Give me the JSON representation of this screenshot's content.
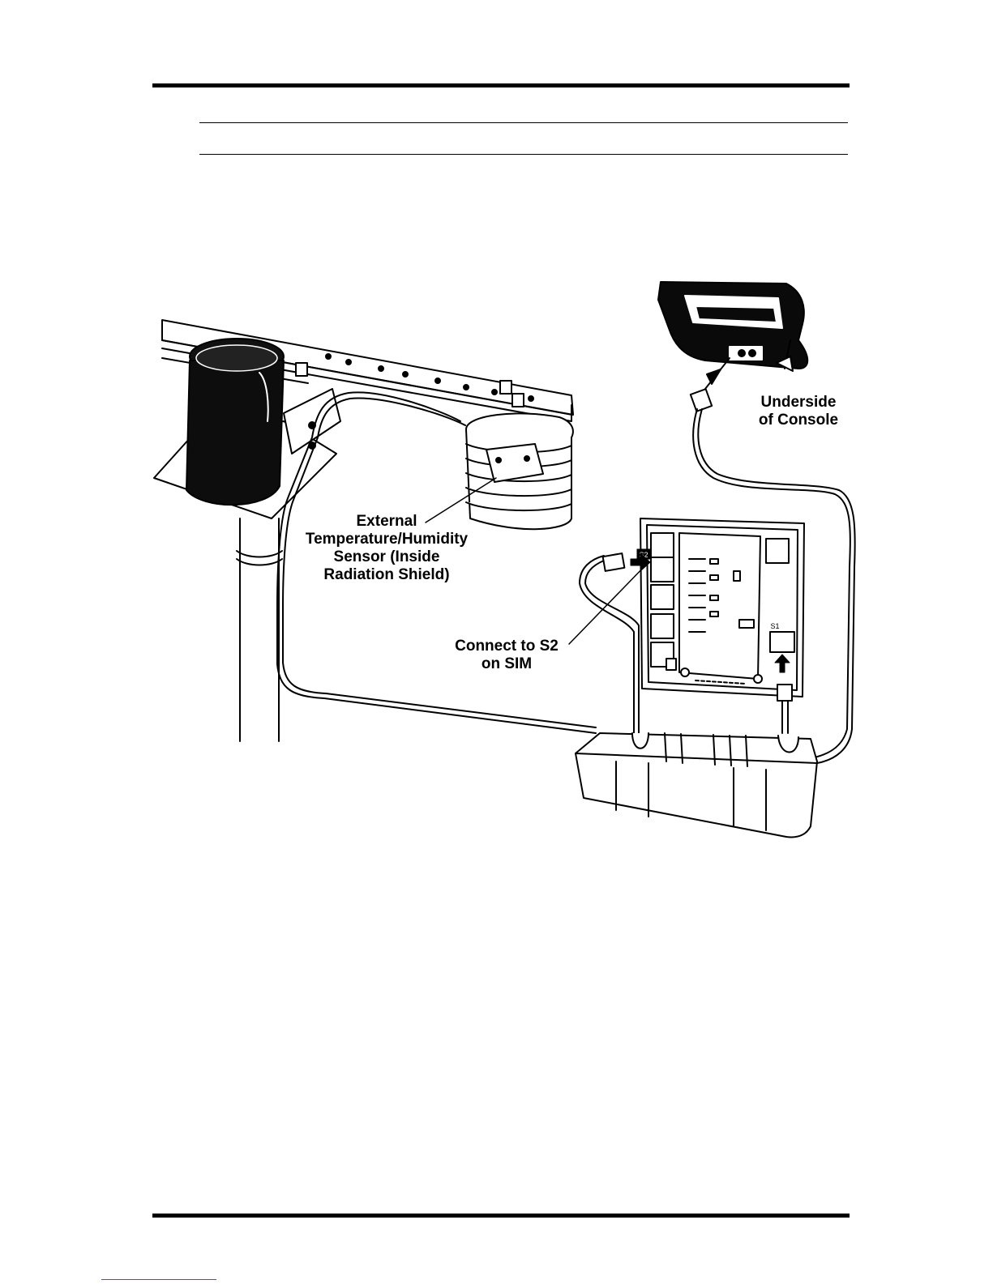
{
  "labels": {
    "external_sensor": [
      "External",
      "Temperature/Humidity",
      "Sensor (Inside",
      "Radiation Shield)"
    ],
    "connect_s2": [
      "Connect to S2",
      "on SIM"
    ],
    "underside_console": [
      "Underside",
      "of Console"
    ]
  },
  "board_marks": {
    "s2_tag": "S2",
    "s1_tag": "S1"
  },
  "colors": {
    "ink": "#000000",
    "paper": "#ffffff",
    "footer_link": "#2a5bd7"
  }
}
